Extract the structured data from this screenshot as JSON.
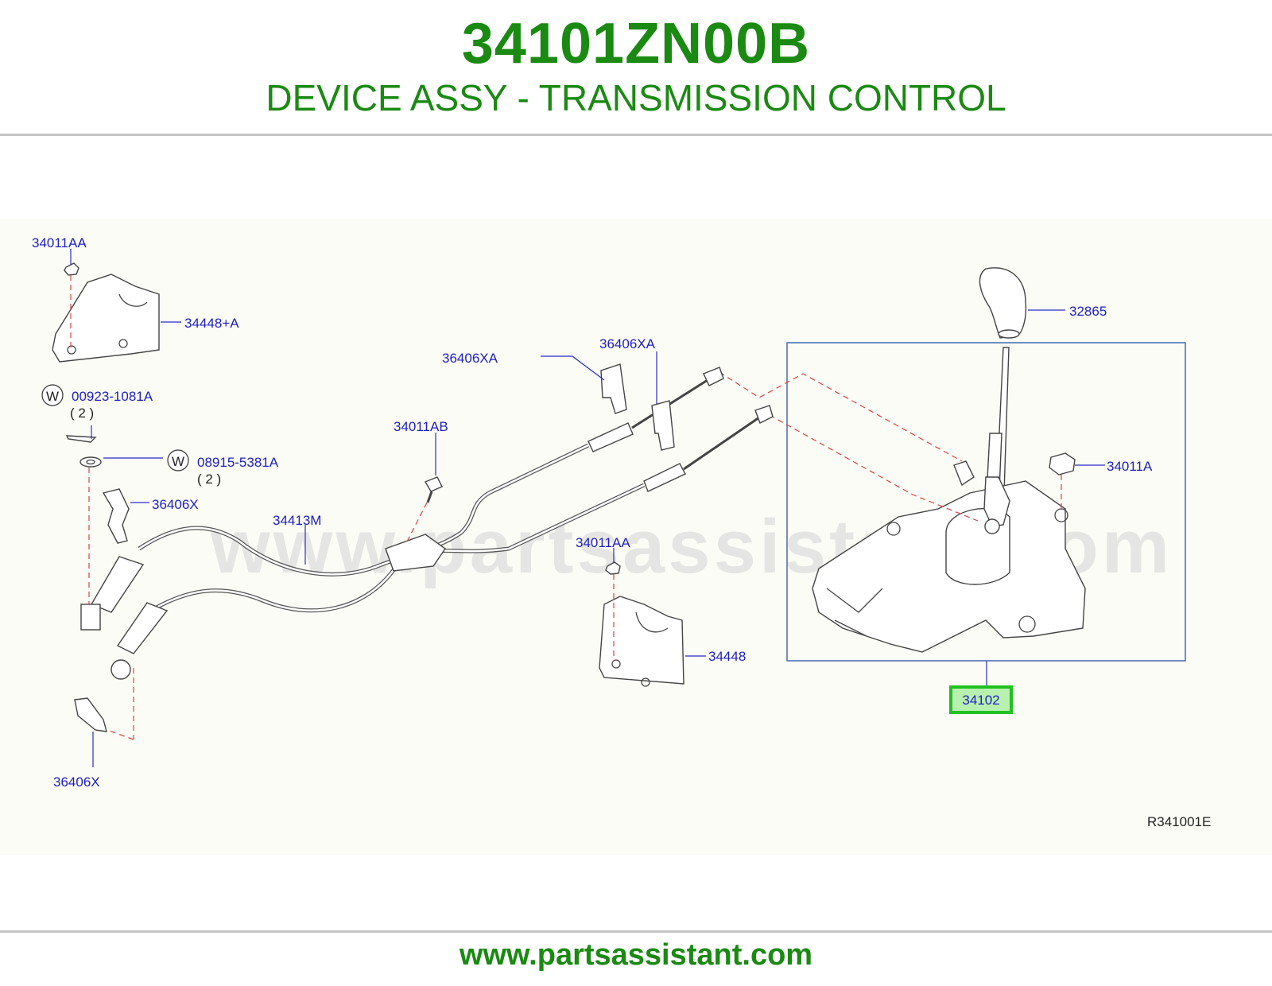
{
  "header": {
    "part_number": "34101ZN00B",
    "description": "DEVICE ASSY - TRANSMISSION CONTROL"
  },
  "watermark": "www.partsassistant.com",
  "footer": {
    "url": "www.partsassistant.com"
  },
  "diagram": {
    "reference_code": "R341001E",
    "highlighted_callout": "34102",
    "callouts": {
      "c_34011AA_top": "34011AA",
      "c_34448A": "34448+A",
      "c_00923": "00923-1081A",
      "c_00923_qty": "( 2 )",
      "c_08915": "08915-5381A",
      "c_08915_qty": "( 2 )",
      "c_36406X_top": "36406X",
      "c_34413M": "34413M",
      "c_34011AB": "34011AB",
      "c_36406XA_left": "36406XA",
      "c_36406XA_right": "36406XA",
      "c_34011AA_mid": "34011AA",
      "c_34448": "34448",
      "c_36406X_bottom": "36406X",
      "c_32865": "32865",
      "c_34011A": "34011A",
      "c_34102": "34102"
    },
    "washer_symbol": "W"
  },
  "colors": {
    "title_green": "#1a8a12",
    "callout_blue": "#1f1fbf",
    "highlight_box": "#22c022",
    "highlight_fill": "#b8f0b0",
    "dashed_line": "#e04040"
  }
}
